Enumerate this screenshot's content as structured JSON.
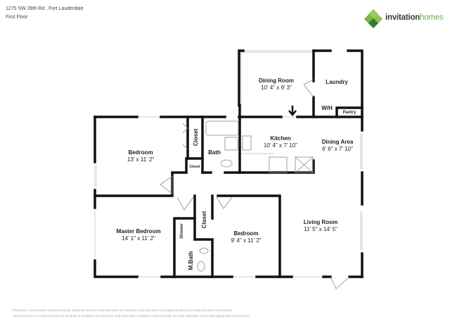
{
  "header": {
    "address": "1275 SW 28th Rd , Fort Lauderdale",
    "floor": "First Floor"
  },
  "logo": {
    "part1": "invitation",
    "part2": "homes",
    "colors": {
      "dark": "#3a3a3a",
      "green": "#6cb33f"
    }
  },
  "rooms": {
    "dining_room": {
      "name": "Dining Room",
      "dims": "10' 4\" x 9' 3\""
    },
    "laundry": {
      "name": "Laundry"
    },
    "wh": {
      "name": "W/H"
    },
    "pantry": {
      "name": "Pantry"
    },
    "bedroom1": {
      "name": "Bedroom",
      "dims": "13' x 11' 2\""
    },
    "closet1": {
      "name": "Closet"
    },
    "closet_small": {
      "name": "Closet"
    },
    "bath": {
      "name": "Bath"
    },
    "kitchen": {
      "name": "Kitchen",
      "dims": "10' 4\" x 7' 10\""
    },
    "dining_area": {
      "name": "Dining Area",
      "dims": "6' 6\" x 7' 10\""
    },
    "master_bedroom": {
      "name": "Master Bedroom",
      "dims": "14' 1\" x 11' 2\""
    },
    "shower": {
      "name": "Shower"
    },
    "m_bath": {
      "name": "M.Bath"
    },
    "closet2": {
      "name": "Closet"
    },
    "bedroom2": {
      "name": "Bedroom",
      "dims": "9' 4\" x 11' 2\""
    },
    "living_room": {
      "name": "Living Room",
      "dims": "11' 5\" x 14' 5\""
    }
  },
  "disclaimer": {
    "line1": "Disclaimer: The floorplans depicted and the stated dimensions in this illustration are indicative only and serve as an approximation of existing structures and features.",
    "line2": "This illustration is not guaranteed to be accurate or complete. The accuracy of all information should be verified through personal inspection and/or with appropriate professionals."
  }
}
